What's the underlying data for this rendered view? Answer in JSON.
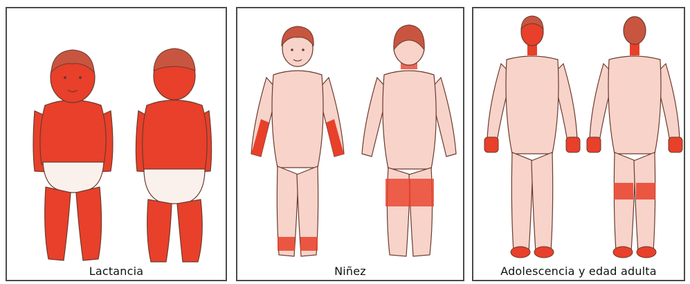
{
  "colors": {
    "skin": "#f7d3c9",
    "outline": "#6b3a2e",
    "affected": "#e8402a",
    "hair": "#c8553f",
    "diaper": "#fbf1ec"
  },
  "panels": [
    {
      "caption": "Lactancia",
      "stage": "infant",
      "affected_regions": [
        "face",
        "trunk",
        "arms",
        "legs",
        "back-of-head"
      ]
    },
    {
      "caption": "Niñez",
      "stage": "child",
      "affected_regions": [
        "forearms",
        "wrists",
        "ankles",
        "back-of-knees",
        "neck-back"
      ]
    },
    {
      "caption": "Adolescencia y edad adulta",
      "stage": "adult",
      "affected_regions": [
        "face",
        "neck",
        "hands",
        "back-of-knees",
        "feet",
        "scalp"
      ]
    }
  ]
}
